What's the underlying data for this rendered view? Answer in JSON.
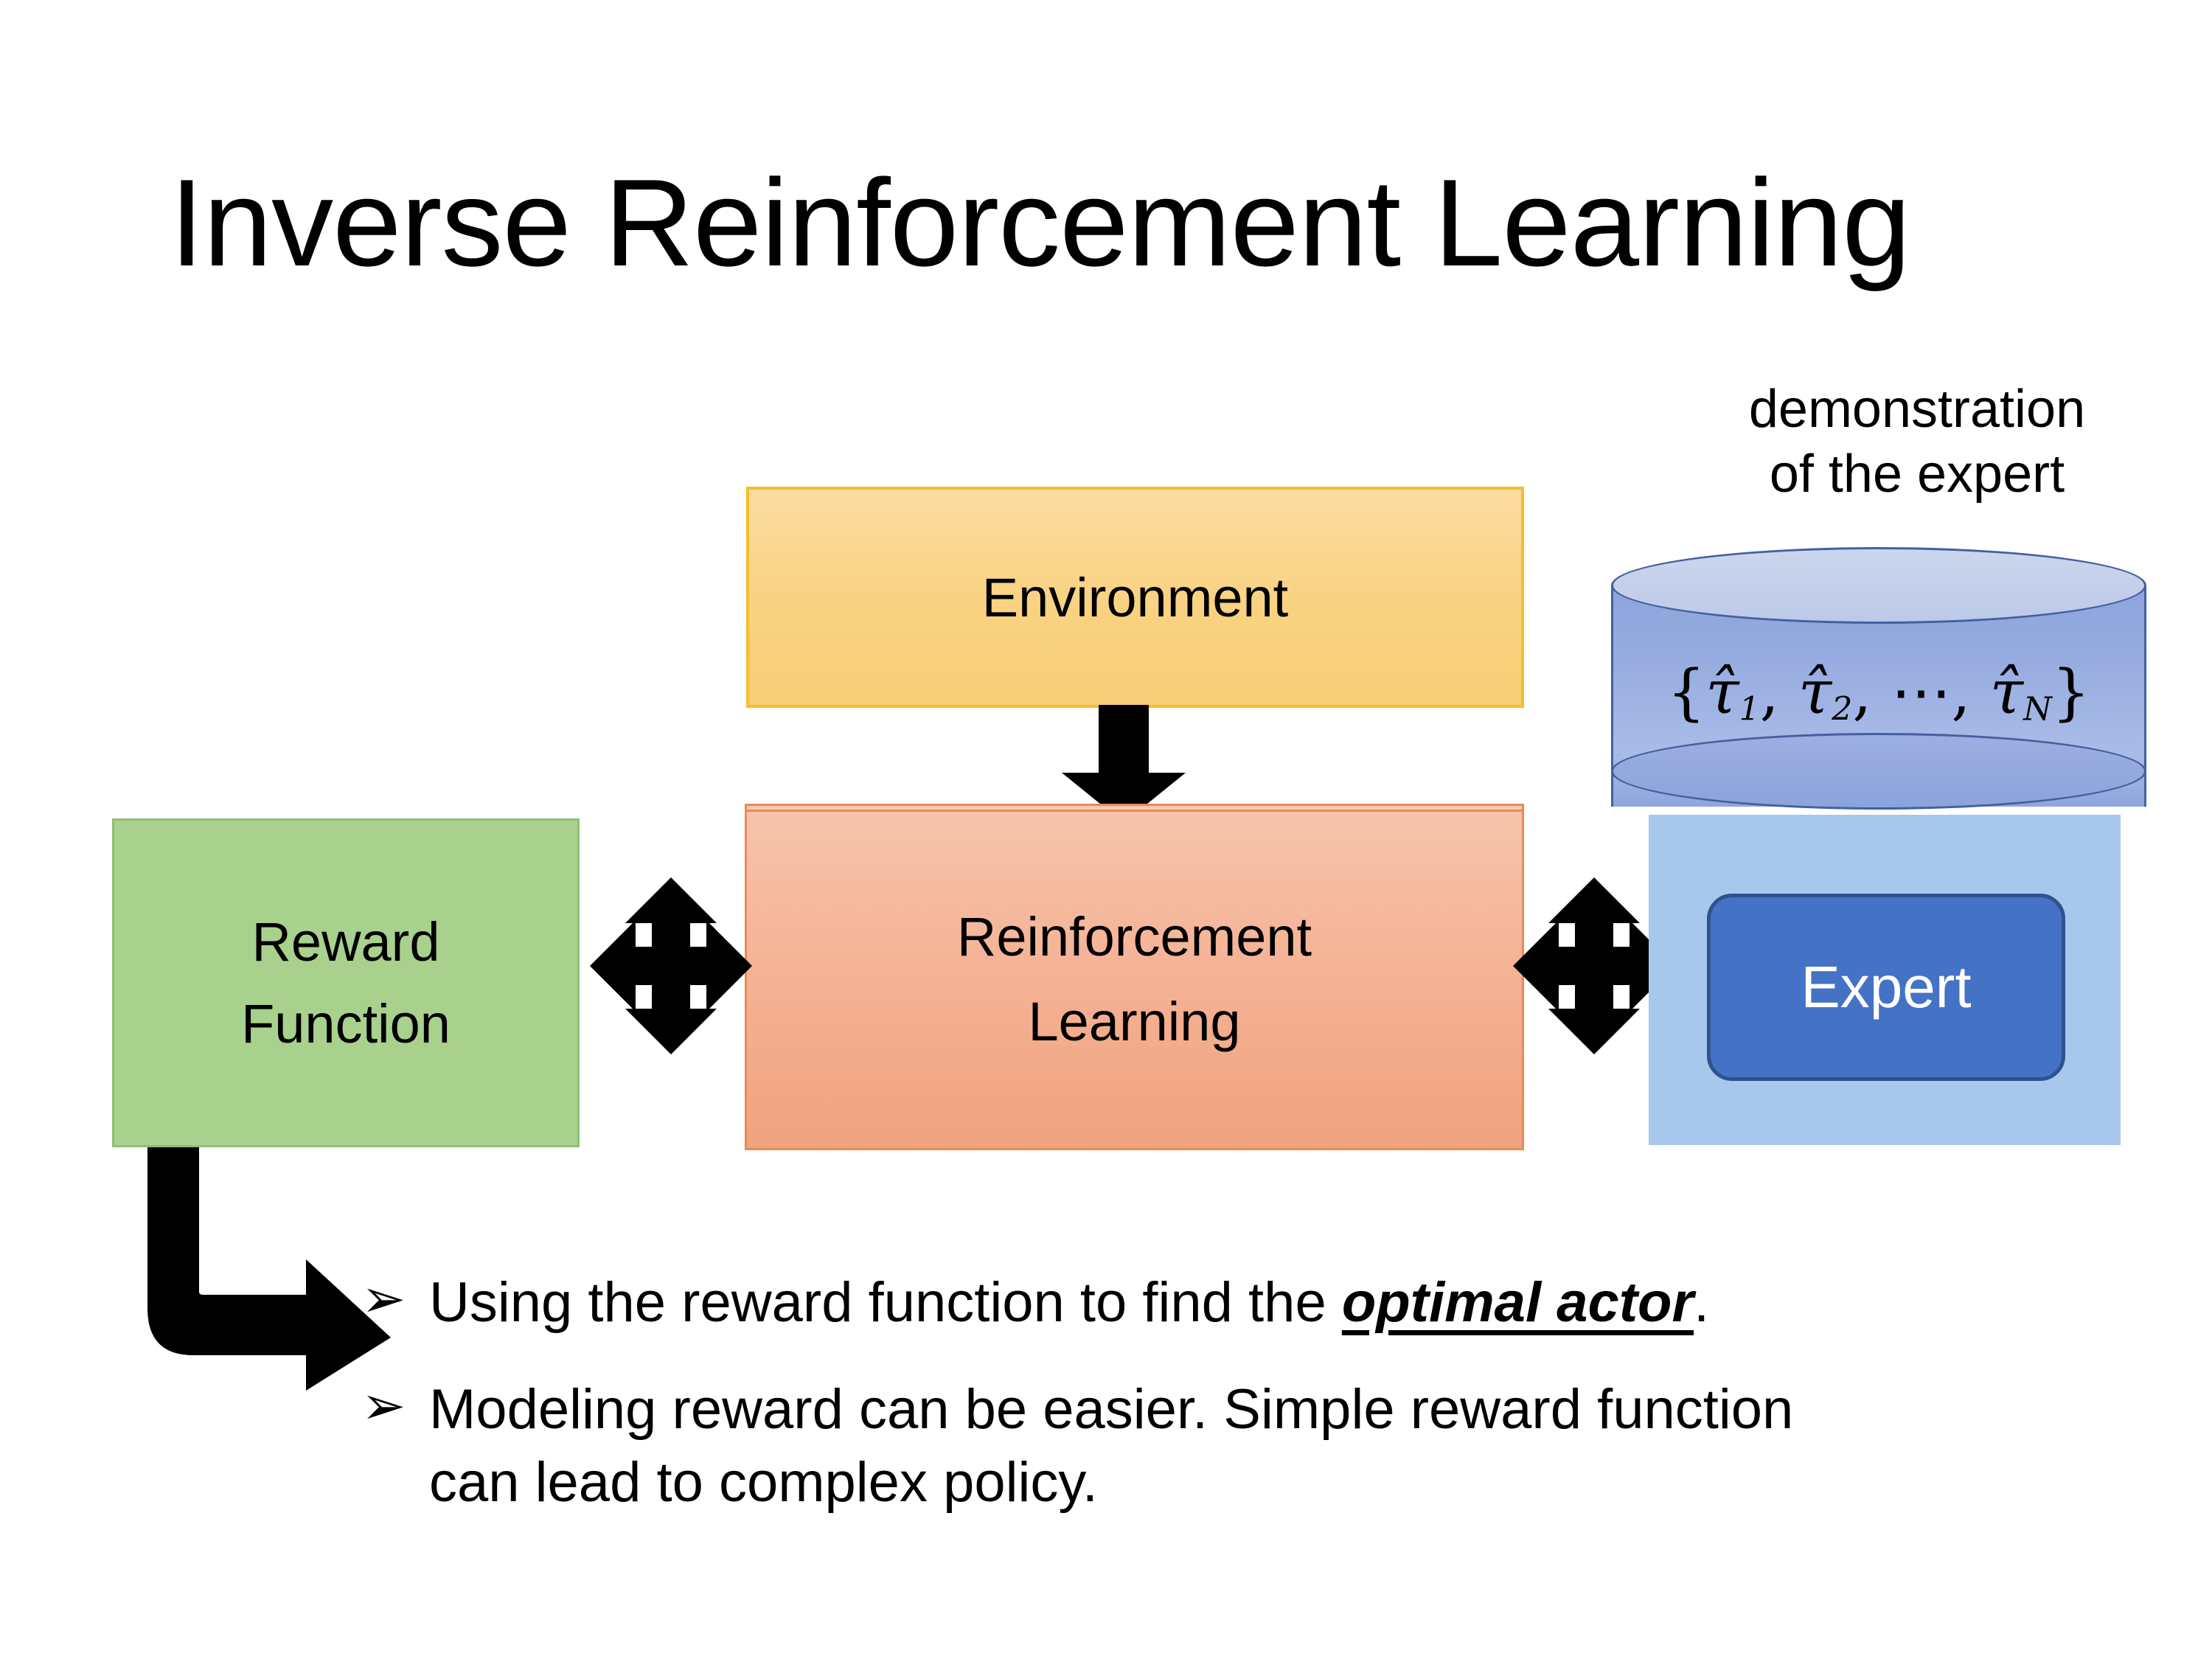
{
  "slide": {
    "title": "Inverse Reinforcement Learning",
    "background_color": "#FFFFFF"
  },
  "diagram": {
    "environment": {
      "label": "Environment",
      "fill_color": "#F9D281",
      "border_color": "#FFC000"
    },
    "reinforcement_learning": {
      "label_line1": "Reinforcement",
      "label_line2": "Learning",
      "fill_color": "#F5B396",
      "border_color": "#E88B57"
    },
    "reward_function": {
      "label_line1": "Reward",
      "label_line2": "Function",
      "fill_color": "#A9D18E",
      "border_color": "#8FBF72"
    },
    "expert_panel": {
      "caption_line1": "demonstration",
      "caption_line2": "of the expert",
      "panel_fill_color": "#A7C7EC",
      "cylinder": {
        "formula_open": "{",
        "tau1": "τ̂1",
        "tau2": "τ̂2",
        "ellipsis": "⋯",
        "tauN": "τ̂N",
        "formula_close": "}",
        "formula_plain": "{τ̂1, τ̂2, ⋯, τ̂N}",
        "fill_color": "#97ACE0",
        "stroke_color": "#44609E"
      },
      "expert_box": {
        "label": "Expert",
        "fill_color": "#4472C4",
        "border_color": "#2F528F",
        "text_color": "#FFFFFF"
      }
    },
    "connectors": {
      "env_to_rl": "down-arrow",
      "reward_to_rl": "four-way-arrow",
      "rl_to_expert": "four-way-arrow",
      "reward_to_bullets": "elbow-arrow",
      "color": "#000000"
    }
  },
  "bullets": [
    {
      "marker": "➢",
      "text_before": "Using the reward function to find the ",
      "emphasis": "optimal actor",
      "text_after": "."
    },
    {
      "marker": "➢",
      "text_before": "Modeling reward can be easier. Simple reward function can lead to complex policy.",
      "emphasis": "",
      "text_after": ""
    }
  ]
}
